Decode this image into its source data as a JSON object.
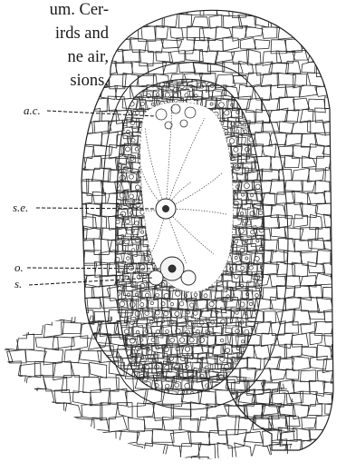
{
  "page_text": {
    "lines": [
      "um. Cer-",
      "irds and",
      "ne air,",
      "sions,"
    ]
  },
  "figure": {
    "labels": {
      "ac": "a.c.",
      "se": "s.e.",
      "o": "o.",
      "s": "s."
    }
  }
}
